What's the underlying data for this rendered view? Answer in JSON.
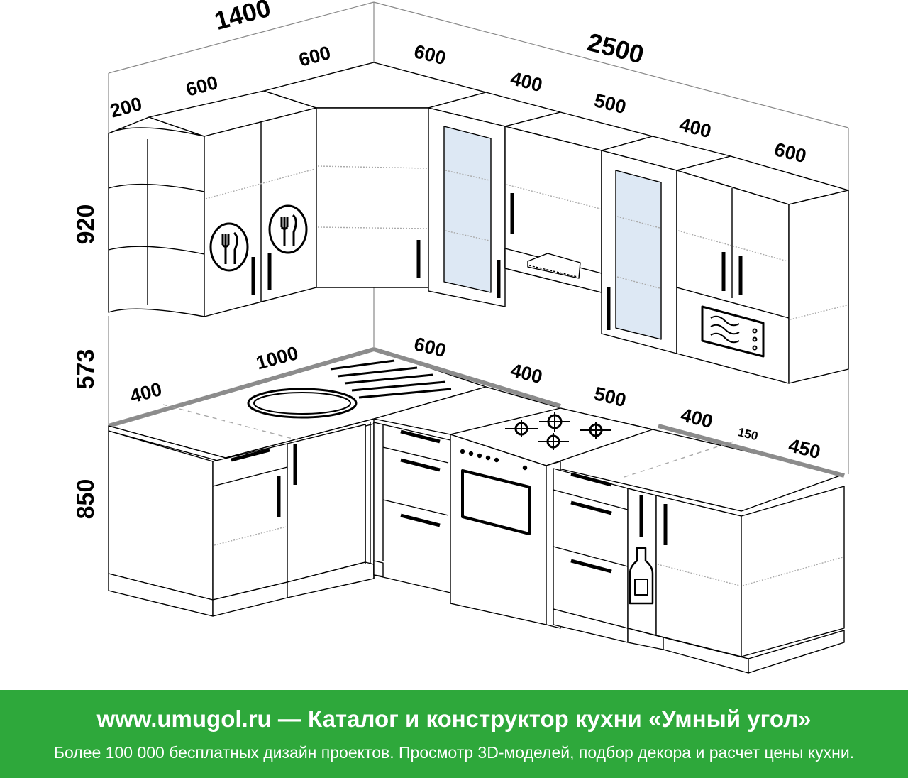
{
  "dimensions": {
    "upper_left_total": "1400",
    "upper_right_total": "2500",
    "upper_left_200": "200",
    "upper_left_600_a": "600",
    "upper_left_600_b": "600",
    "upper_corner_600": "600",
    "upper_400_a": "400",
    "upper_500": "500",
    "upper_400_b": "400",
    "upper_600_end": "600",
    "height_upper": "920",
    "height_gap": "573",
    "height_base": "850",
    "base_left_400": "400",
    "base_left_1000": "1000",
    "base_corner_600": "600",
    "base_400_a": "400",
    "base_500": "500",
    "base_400_b": "400",
    "base_150": "150",
    "base_450": "450"
  },
  "footer": {
    "title": "www.umugol.ru — Каталог и конструктор кухни «Умный угол»",
    "subtitle": "Более 100 000 бесплатных дизайн проектов. Просмотр 3D-моделей, подбор декора и расчет цены кухни."
  },
  "colors": {
    "footer_bg": "#2ea83b",
    "line": "#000000",
    "glass": "#dde8f4",
    "counter_accent": "#8c8c8c"
  }
}
